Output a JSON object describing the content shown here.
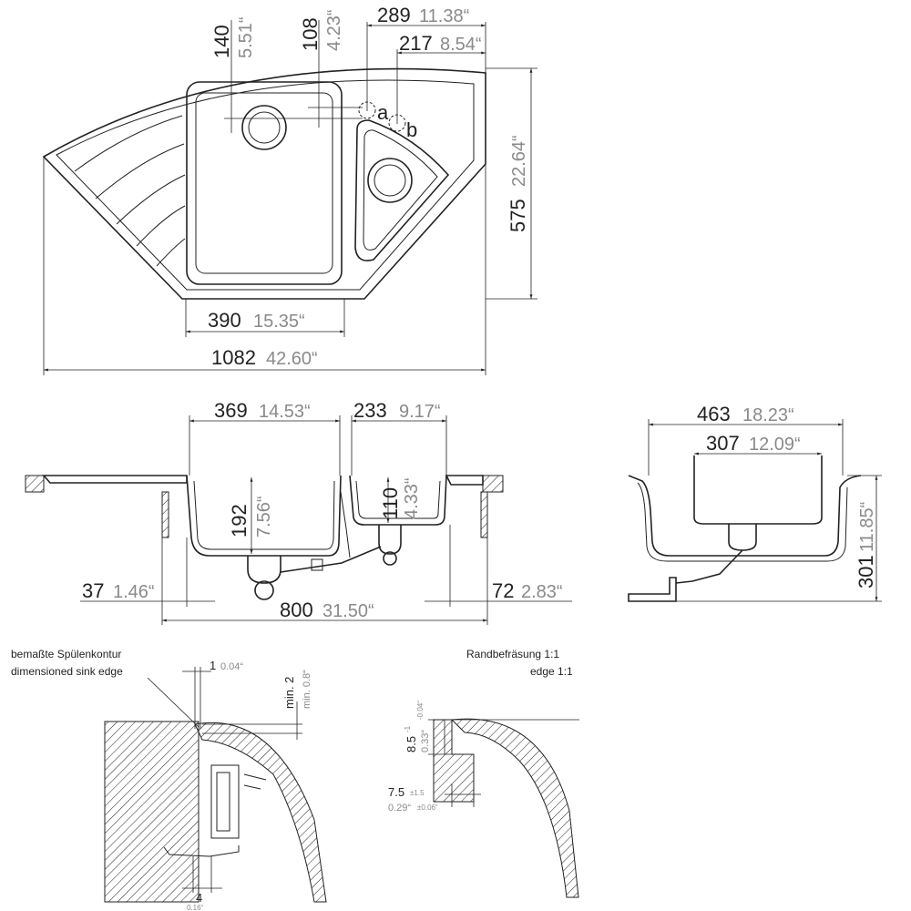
{
  "top_view": {
    "dim_140": {
      "mm": "140",
      "inch": "5.51“"
    },
    "dim_108": {
      "mm": "108",
      "inch": "4.23“"
    },
    "dim_289": {
      "mm": "289",
      "inch": "11.38“"
    },
    "dim_217": {
      "mm": "217",
      "inch": "8.54“"
    },
    "dim_575": {
      "mm": "575",
      "inch": "22.64“"
    },
    "dim_390": {
      "mm": "390",
      "inch": "15.35“"
    },
    "dim_1082": {
      "mm": "1082",
      "inch": "42.60“"
    },
    "point_a": "a",
    "point_b": "b"
  },
  "front_section": {
    "dim_369": {
      "mm": "369",
      "inch": "14.53“"
    },
    "dim_233": {
      "mm": "233",
      "inch": "9.17“"
    },
    "dim_192": {
      "mm": "192",
      "inch": "7.56“"
    },
    "dim_110": {
      "mm": "110",
      "inch": "4.33“"
    },
    "dim_37": {
      "mm": "37",
      "inch": "1.46“"
    },
    "dim_72": {
      "mm": "72",
      "inch": "2.83“"
    },
    "dim_800": {
      "mm": "800",
      "inch": "31.50“"
    }
  },
  "side_section": {
    "dim_463": {
      "mm": "463",
      "inch": "18.23“"
    },
    "dim_307": {
      "mm": "307",
      "inch": "12.09“"
    },
    "dim_301": {
      "mm": "301",
      "inch": "11.85“"
    }
  },
  "detail_left": {
    "label_de": "bemaßte Spülenkontur",
    "label_en": "dimensioned sink edge",
    "dim_1": {
      "mm": "1",
      "inch": "0.04“"
    },
    "dim_min2": {
      "mm": "min. 2",
      "inch": "min. 0.8“"
    },
    "dim_4": "4",
    "dim_4_inch": "0.16“"
  },
  "detail_right": {
    "title_de": "Randbefräsung 1:1",
    "title_en": "edge 1:1",
    "dim_85": {
      "mm": "8.5",
      "tol": "-1",
      "inch": "0.33“",
      "inch_tol": "-0.04“"
    },
    "dim_75": {
      "mm": "7.5",
      "tol": "±1.5",
      "inch": "0.29“",
      "inch_tol": "±0.06“"
    }
  }
}
